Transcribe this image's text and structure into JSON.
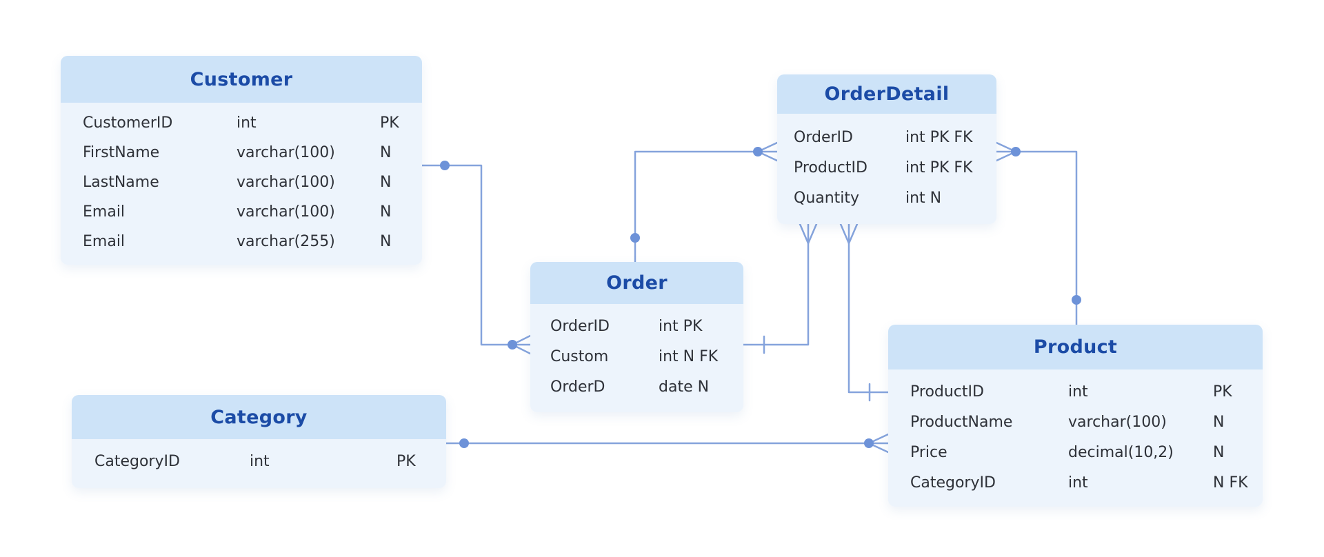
{
  "diagram": {
    "tables": [
      {
        "id": "customer",
        "title": "Customer",
        "rows": [
          {
            "name": "CustomerID",
            "type": "int",
            "key": "PK"
          },
          {
            "name": "FirstName",
            "type": "varchar(100)",
            "key": "N"
          },
          {
            "name": "LastName",
            "type": "varchar(100)",
            "key": "N"
          },
          {
            "name": "Email",
            "type": "varchar(100)",
            "key": "N"
          },
          {
            "name": "Email",
            "type": "varchar(255)",
            "key": "N"
          }
        ]
      },
      {
        "id": "orderdetail",
        "title": "OrderDetail",
        "rows": [
          {
            "name": "OrderID",
            "type": "int PK FK"
          },
          {
            "name": "ProductID",
            "type": "int PK FK"
          },
          {
            "name": "Quantity",
            "type": "int N"
          }
        ]
      },
      {
        "id": "order",
        "title": "Order",
        "rows": [
          {
            "name": "OrderID",
            "type": "int PK"
          },
          {
            "name": "Custom",
            "type": "int N FK"
          },
          {
            "name": "OrderD",
            "type": "date N"
          }
        ]
      },
      {
        "id": "product",
        "title": "Product",
        "rows": [
          {
            "name": "ProductID",
            "type": "int",
            "key": "PK"
          },
          {
            "name": "ProductName",
            "type": "varchar(100)",
            "key": "N"
          },
          {
            "name": "Price",
            "type": "decimal(10,2)",
            "key": "N"
          },
          {
            "name": "CategoryID",
            "type": "int",
            "key": "N FK"
          }
        ]
      },
      {
        "id": "category",
        "title": "Category",
        "rows": [
          {
            "name": "CategoryID",
            "type": "int",
            "key": "PK"
          }
        ]
      }
    ],
    "relationships": [
      {
        "from": "Customer",
        "to": "Order",
        "from_marker": "dot",
        "to_marker": "crow-foot"
      },
      {
        "from": "Order",
        "to": "OrderDetail",
        "from_marker": "dot",
        "to_marker": "crow-foot-dot"
      },
      {
        "from": "OrderDetail",
        "to": "Order",
        "from_marker": "crow-foot",
        "to_marker": "one-bar"
      },
      {
        "from": "OrderDetail",
        "to": "Product",
        "from_marker": "crow-foot",
        "to_marker": "one-bar"
      },
      {
        "from": "OrderDetail",
        "to": "Product",
        "from_marker": "crow-foot-dot",
        "to_marker": "dot"
      },
      {
        "from": "Category",
        "to": "Product",
        "from_marker": "dot",
        "to_marker": "crow-foot-dot"
      }
    ],
    "colors": {
      "header_bg": "#cde3f8",
      "body_bg": "#edf4fc",
      "title_color": "#1b4ba6",
      "text_color": "#2e3138",
      "line_color": "#85a3dc",
      "dot_color": "#6d92d8"
    }
  }
}
